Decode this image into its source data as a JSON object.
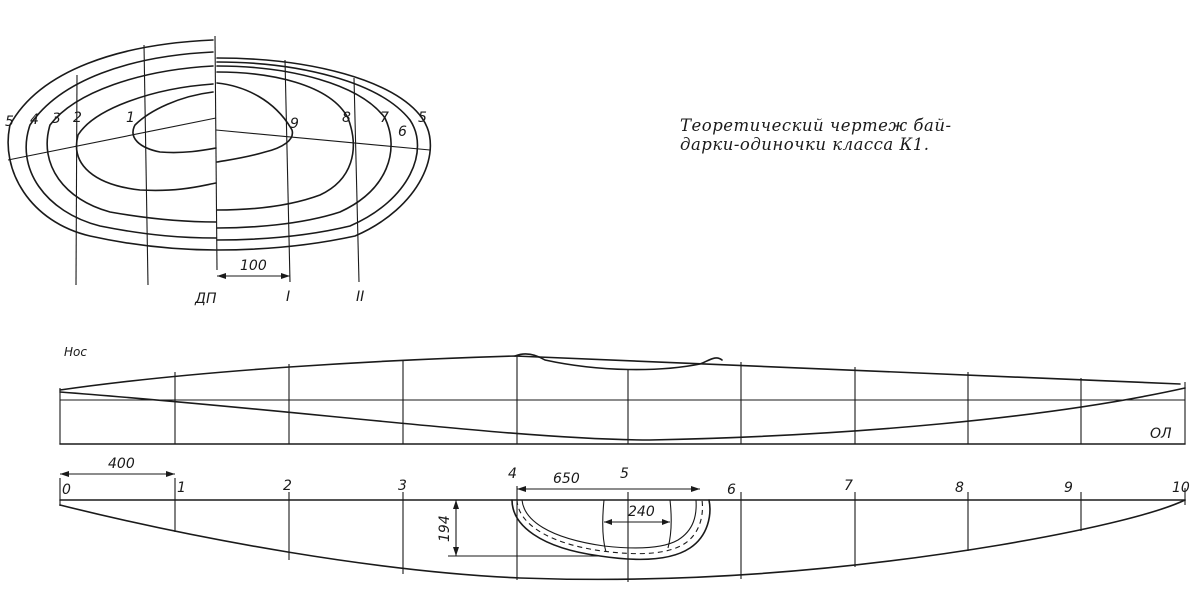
{
  "caption": {
    "line1": "Теоретический чертеж бай-",
    "line2": "дарки-одиночки класса К1."
  },
  "body_plan": {
    "curve_labels_left": [
      "5",
      "4",
      "3",
      "2",
      "1"
    ],
    "curve_labels_right": [
      "9",
      "8",
      "7",
      "6",
      "5"
    ],
    "dimension": "100",
    "buttock_labels": [
      "ДП",
      "I",
      "II"
    ]
  },
  "profile": {
    "bow_label": "Нос",
    "baseline_label": "ОЛ"
  },
  "half_breadth": {
    "station_labels": [
      "0",
      "1",
      "2",
      "3",
      "4",
      "5",
      "6",
      "7",
      "8",
      "9",
      "10"
    ],
    "station_spacing": "400",
    "cockpit_length": "650",
    "cockpit_depth": "194",
    "seat_width": "240"
  }
}
